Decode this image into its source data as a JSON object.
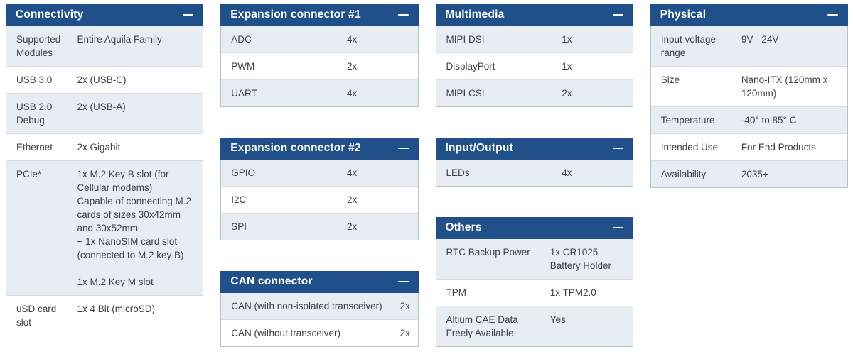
{
  "theme": {
    "header_bg": "#20508a",
    "header_text": "#ffffff",
    "row_alt_bg": "#e7edf3",
    "row_bg": "#ffffff",
    "outer_border": "#b6c2cd",
    "row_border": "#d8dee5",
    "text": "#3d4248"
  },
  "columns": [
    {
      "tables": [
        {
          "id": "connectivity",
          "title": "Connectivity",
          "collapse_icon": "minus-icon",
          "rows": [
            {
              "label": "Supported Modules",
              "value": "Entire Aquila Family"
            },
            {
              "label": "USB 3.0",
              "value": "2x (USB-C)"
            },
            {
              "label": "USB 2.0 Debug",
              "value": "2x (USB-A)"
            },
            {
              "label": "Ethernet",
              "value": "2x Gigabit"
            },
            {
              "label": "PCIe*",
              "value_lines": [
                "1x M.2 Key B slot (for Cellular modems)",
                "Capable of connecting M.2 cards of sizes 30x42mm and 30x52mm",
                "+ 1x NanoSIM card slot (connected to M.2 key B)",
                "",
                "1x M.2 Key M slot"
              ]
            },
            {
              "label": "uSD card slot",
              "value": "1x 4 Bit (microSD)"
            }
          ]
        }
      ]
    },
    {
      "tables": [
        {
          "id": "expansion1",
          "title": "Expansion connector #1",
          "collapse_icon": "minus-icon",
          "rows": [
            {
              "label": "ADC",
              "value": "4x"
            },
            {
              "label": "PWM",
              "value": "2x"
            },
            {
              "label": "UART",
              "value": "4x"
            }
          ]
        },
        {
          "id": "expansion2",
          "title": "Expansion connector #2",
          "collapse_icon": "minus-icon",
          "rows": [
            {
              "label": "GPIO",
              "value": "4x"
            },
            {
              "label": "I2C",
              "value": "2x"
            },
            {
              "label": "SPI",
              "value": "2x"
            }
          ]
        },
        {
          "id": "can",
          "title": "CAN connector",
          "collapse_icon": "minus-icon",
          "rows": [
            {
              "label": "CAN (with non-isolated transceiver)",
              "value": "2x"
            },
            {
              "label": "CAN (without transceiver)",
              "value": "2x"
            }
          ]
        }
      ]
    },
    {
      "tables": [
        {
          "id": "multimedia",
          "title": "Multimedia",
          "collapse_icon": "minus-icon",
          "rows": [
            {
              "label": "MIPI DSI",
              "value": "1x"
            },
            {
              "label": "DisplayPort",
              "value": "1x"
            },
            {
              "label": "MIPI CSI",
              "value": "2x"
            }
          ]
        },
        {
          "id": "inputoutput",
          "title": "Input/Output",
          "collapse_icon": "minus-icon",
          "rows": [
            {
              "label": "LEDs",
              "value": "4x"
            }
          ]
        },
        {
          "id": "others",
          "title": "Others",
          "collapse_icon": "minus-icon",
          "rows": [
            {
              "label": "RTC Backup Power",
              "value": "1x CR1025 Battery Holder"
            },
            {
              "label": "TPM",
              "value": "1x TPM2.0"
            },
            {
              "label": "Altium CAE Data Freely Available",
              "value": "Yes"
            }
          ]
        }
      ]
    },
    {
      "tables": [
        {
          "id": "physical",
          "title": "Physical",
          "collapse_icon": "minus-icon",
          "rows": [
            {
              "label": "Input voltage range",
              "value": "9V - 24V"
            },
            {
              "label": "Size",
              "value": "Nano-ITX (120mm x 120mm)"
            },
            {
              "label": "Temperature",
              "value": "-40° to 85° C"
            },
            {
              "label": "Intended Use",
              "value": "For End Products"
            },
            {
              "label": "Availability",
              "value": "2035+"
            }
          ]
        }
      ]
    }
  ]
}
